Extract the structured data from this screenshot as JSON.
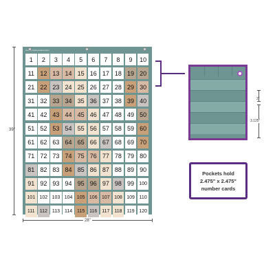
{
  "chart": {
    "brand": "Carson Dellosa Education",
    "numbers": [
      1,
      2,
      3,
      4,
      5,
      6,
      7,
      8,
      9,
      10,
      11,
      12,
      13,
      14,
      15,
      16,
      17,
      18,
      19,
      20,
      21,
      22,
      23,
      24,
      25,
      26,
      27,
      28,
      29,
      30,
      31,
      32,
      33,
      34,
      35,
      36,
      37,
      38,
      39,
      40,
      41,
      42,
      43,
      44,
      45,
      46,
      47,
      48,
      49,
      50,
      51,
      52,
      53,
      54,
      55,
      56,
      57,
      58,
      59,
      60,
      61,
      62,
      63,
      64,
      65,
      66,
      67,
      68,
      69,
      70,
      71,
      72,
      73,
      74,
      75,
      76,
      77,
      78,
      79,
      80,
      81,
      82,
      83,
      84,
      85,
      86,
      87,
      88,
      89,
      90,
      91,
      92,
      93,
      94,
      95,
      96,
      97,
      98,
      99,
      100,
      101,
      102,
      103,
      104,
      105,
      106,
      107,
      108,
      109,
      110,
      111,
      112,
      113,
      114,
      115,
      116,
      117,
      118,
      119,
      120
    ],
    "pocket_color": "#6e9592",
    "card_colors": [
      "#ffffff",
      "#f1e3cf",
      "#d8b9a3",
      "#c9c3c2",
      "#b7a58f",
      "#a3adb2",
      "#c7a07a",
      "#e7d2b8"
    ]
  },
  "dimensions": {
    "height": "39\"",
    "width": "28\"",
    "pocket_spacing": "2\"",
    "pocket_height": "3.125\""
  },
  "info": {
    "line1": "Pockets hold",
    "line2": "2.475\" x 2.475\"",
    "line3": "number cards"
  },
  "colors": {
    "accent": "#5a2d82",
    "detail_border": "#7a3a94"
  }
}
